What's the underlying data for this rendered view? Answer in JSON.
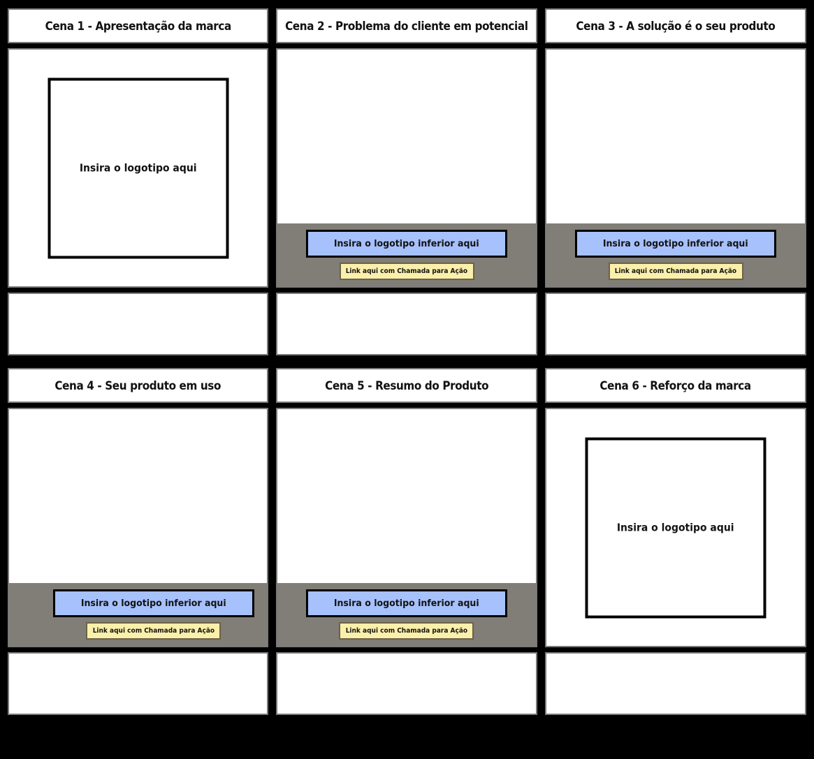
{
  "document": {
    "type": "storyboard",
    "language": "pt-BR",
    "background_color": "#000000",
    "rows": 2,
    "columns": 3
  },
  "palette": {
    "background": "#000000",
    "cell_background": "#ffffff",
    "cell_border": "#7a7a7a",
    "footer_bar": "#817e78",
    "bottom_logo_fill": "#a6c1fb",
    "bottom_logo_border": "#000000",
    "cta_fill": "#fbf0ab",
    "cta_border": "#6b6247",
    "logo_box_border": "#000000",
    "text": "#121212"
  },
  "labels": {
    "logo_placeholder": "Insira o logotipo aqui",
    "bottom_logo_placeholder": "Insira o logotipo inferior aqui",
    "cta_link": "Link aqui com Chamada para Ação"
  },
  "scenes": [
    {
      "id": "scene-1",
      "title": "Cena 1 - Apresentação da marca",
      "content_type": "centered-logo",
      "logo_label": "Insira o logotipo aqui",
      "caption": ""
    },
    {
      "id": "scene-2",
      "title": "Cena 2 - Problema do cliente em potencial",
      "content_type": "footer-bar",
      "bottom_logo_label": "Insira o logotipo inferior aqui",
      "cta_label": "Link aqui com Chamada para Ação",
      "caption": ""
    },
    {
      "id": "scene-3",
      "title": "Cena 3 - A solução é o seu produto",
      "content_type": "footer-bar",
      "bottom_logo_label": "Insira o logotipo inferior aqui",
      "cta_label": "Link aqui com Chamada para Ação",
      "caption": ""
    },
    {
      "id": "scene-4",
      "title": "Cena 4 - Seu produto em uso",
      "content_type": "footer-bar",
      "bottom_logo_label": "Insira o logotipo inferior aqui",
      "cta_label": "Link aqui com Chamada para Ação",
      "caption": ""
    },
    {
      "id": "scene-5",
      "title": "Cena 5 - Resumo do Produto",
      "content_type": "footer-bar",
      "bottom_logo_label": "Insira o logotipo inferior aqui",
      "cta_label": "Link aqui com Chamada para Ação",
      "caption": ""
    },
    {
      "id": "scene-6",
      "title": "Cena 6 - Reforço da marca",
      "content_type": "centered-logo",
      "logo_label": "Insira o logotipo aqui",
      "caption": ""
    }
  ]
}
